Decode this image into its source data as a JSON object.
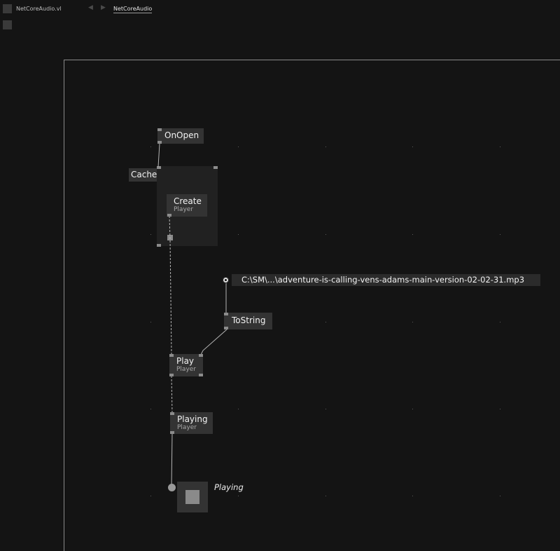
{
  "topbar": {
    "tab_title": "NetCoreAudio.vl",
    "breadcrumb": "NetCoreAudio",
    "back_icon": "arrow-left-icon",
    "forward_icon": "arrow-right-icon"
  },
  "patch": {
    "nodes": {
      "onopen": {
        "title": "OnOpen"
      },
      "cache": {
        "title": "Cache"
      },
      "create": {
        "title": "Create",
        "category": "Player"
      },
      "tostring": {
        "title": "ToString"
      },
      "play": {
        "title": "Play",
        "category": "Player"
      },
      "playing": {
        "title": "Playing",
        "category": "Player"
      }
    },
    "file_path": {
      "index": "0",
      "value": "C:\\SM\\...\\adventure-is-calling-vens-adams-main-version-02-02-31.mp3"
    },
    "output": {
      "label": "Playing",
      "state": false
    }
  },
  "colors": {
    "background": "#141414",
    "node": "#333333",
    "region": "#212121",
    "pin": "#8c8c8c",
    "link": "#b4b4b4"
  }
}
